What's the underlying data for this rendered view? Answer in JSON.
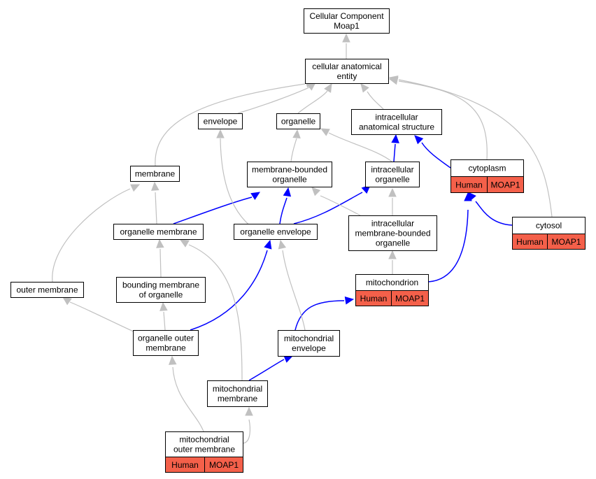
{
  "colors": {
    "background": "#ffffff",
    "node_border": "#000000",
    "annotation_fill": "#f4604a",
    "edge_gray": "#c0c0c0",
    "edge_blue": "#0000ff"
  },
  "nodes": {
    "root": {
      "lines": [
        "Cellular Component",
        "Moap1"
      ]
    },
    "cae": {
      "lines": [
        "cellular anatomical",
        "entity"
      ]
    },
    "envelope": {
      "lines": [
        "envelope"
      ]
    },
    "organelle": {
      "lines": [
        "organelle"
      ]
    },
    "ias": {
      "lines": [
        "intracellular",
        "anatomical structure"
      ]
    },
    "membrane": {
      "lines": [
        "membrane"
      ]
    },
    "mbo": {
      "lines": [
        "membrane-bounded",
        "organelle"
      ]
    },
    "io": {
      "lines": [
        "intracellular",
        "organelle"
      ]
    },
    "cytoplasm": {
      "lines": [
        "cytoplasm"
      ],
      "annotation": [
        "Human",
        "MOAP1"
      ]
    },
    "orgmem": {
      "lines": [
        "organelle membrane"
      ]
    },
    "orgenv": {
      "lines": [
        "organelle envelope"
      ]
    },
    "imbo": {
      "lines": [
        "intracellular",
        "membrane-bounded",
        "organelle"
      ]
    },
    "cytosol": {
      "lines": [
        "cytosol"
      ],
      "annotation": [
        "Human",
        "MOAP1"
      ]
    },
    "outermem": {
      "lines": [
        "outer membrane"
      ]
    },
    "bmo": {
      "lines": [
        "bounding membrane",
        "of organelle"
      ]
    },
    "mito": {
      "lines": [
        "mitochondrion"
      ],
      "annotation": [
        "Human",
        "MOAP1"
      ]
    },
    "oom": {
      "lines": [
        "organelle outer",
        "membrane"
      ]
    },
    "mitoenv": {
      "lines": [
        "mitochondrial",
        "envelope"
      ]
    },
    "mitomem": {
      "lines": [
        "mitochondrial",
        "membrane"
      ]
    },
    "mom": {
      "lines": [
        "mitochondrial",
        "outer membrane"
      ],
      "annotation": [
        "Human",
        "MOAP1"
      ]
    }
  },
  "edges": [
    {
      "from": "cae",
      "to": "root",
      "kind": "is_a"
    },
    {
      "from": "envelope",
      "to": "cae",
      "kind": "is_a"
    },
    {
      "from": "organelle",
      "to": "cae",
      "kind": "is_a"
    },
    {
      "from": "ias",
      "to": "cae",
      "kind": "is_a"
    },
    {
      "from": "membrane",
      "to": "cae",
      "kind": "is_a"
    },
    {
      "from": "cytoplasm",
      "to": "cae",
      "kind": "is_a"
    },
    {
      "from": "cytosol",
      "to": "cae",
      "kind": "is_a"
    },
    {
      "from": "mbo",
      "to": "organelle",
      "kind": "is_a"
    },
    {
      "from": "io",
      "to": "organelle",
      "kind": "is_a"
    },
    {
      "from": "io",
      "to": "ias",
      "kind": "part_of"
    },
    {
      "from": "cytoplasm",
      "to": "ias",
      "kind": "part_of"
    },
    {
      "from": "cytosol",
      "to": "cytoplasm",
      "kind": "part_of"
    },
    {
      "from": "orgmem",
      "to": "membrane",
      "kind": "is_a"
    },
    {
      "from": "outermem",
      "to": "membrane",
      "kind": "is_a"
    },
    {
      "from": "orgmem",
      "to": "mbo",
      "kind": "part_of"
    },
    {
      "from": "orgenv",
      "to": "mbo",
      "kind": "part_of"
    },
    {
      "from": "orgenv",
      "to": "io",
      "kind": "part_of"
    },
    {
      "from": "orgenv",
      "to": "envelope",
      "kind": "is_a"
    },
    {
      "from": "imbo",
      "to": "mbo",
      "kind": "is_a"
    },
    {
      "from": "imbo",
      "to": "io",
      "kind": "is_a"
    },
    {
      "from": "mito",
      "to": "imbo",
      "kind": "is_a"
    },
    {
      "from": "mito",
      "to": "cytoplasm",
      "kind": "part_of"
    },
    {
      "from": "bmo",
      "to": "orgmem",
      "kind": "is_a"
    },
    {
      "from": "oom",
      "to": "bmo",
      "kind": "is_a"
    },
    {
      "from": "oom",
      "to": "outermem",
      "kind": "is_a"
    },
    {
      "from": "oom",
      "to": "orgenv",
      "kind": "part_of"
    },
    {
      "from": "mitoenv",
      "to": "mito",
      "kind": "part_of"
    },
    {
      "from": "mitoenv",
      "to": "orgenv",
      "kind": "is_a"
    },
    {
      "from": "mitomem",
      "to": "mitoenv",
      "kind": "part_of"
    },
    {
      "from": "mitomem",
      "to": "orgmem",
      "kind": "is_a"
    },
    {
      "from": "mom",
      "to": "mitomem",
      "kind": "is_a"
    },
    {
      "from": "mom",
      "to": "oom",
      "kind": "is_a"
    }
  ]
}
